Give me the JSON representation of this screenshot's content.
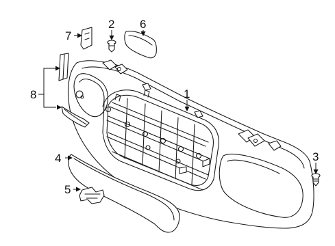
{
  "callouts": {
    "c1": "1",
    "c2": "2",
    "c3": "3",
    "c4": "4",
    "c5": "5",
    "c6": "6",
    "c7": "7",
    "c8": "8"
  },
  "parts": [
    {
      "callout": "1",
      "depicts": "grille-assembly"
    },
    {
      "callout": "2",
      "depicts": "push-fastener"
    },
    {
      "callout": "3",
      "depicts": "screw"
    },
    {
      "callout": "4",
      "depicts": "lower-molding"
    },
    {
      "callout": "5",
      "depicts": "emblem"
    },
    {
      "callout": "6",
      "depicts": "upper-filler-pad"
    },
    {
      "callout": "7",
      "depicts": "side-bracket"
    },
    {
      "callout": "8",
      "depicts": "side-molding-strips"
    }
  ],
  "colors": {
    "line": "#1a1a1a",
    "background": "#ffffff"
  }
}
